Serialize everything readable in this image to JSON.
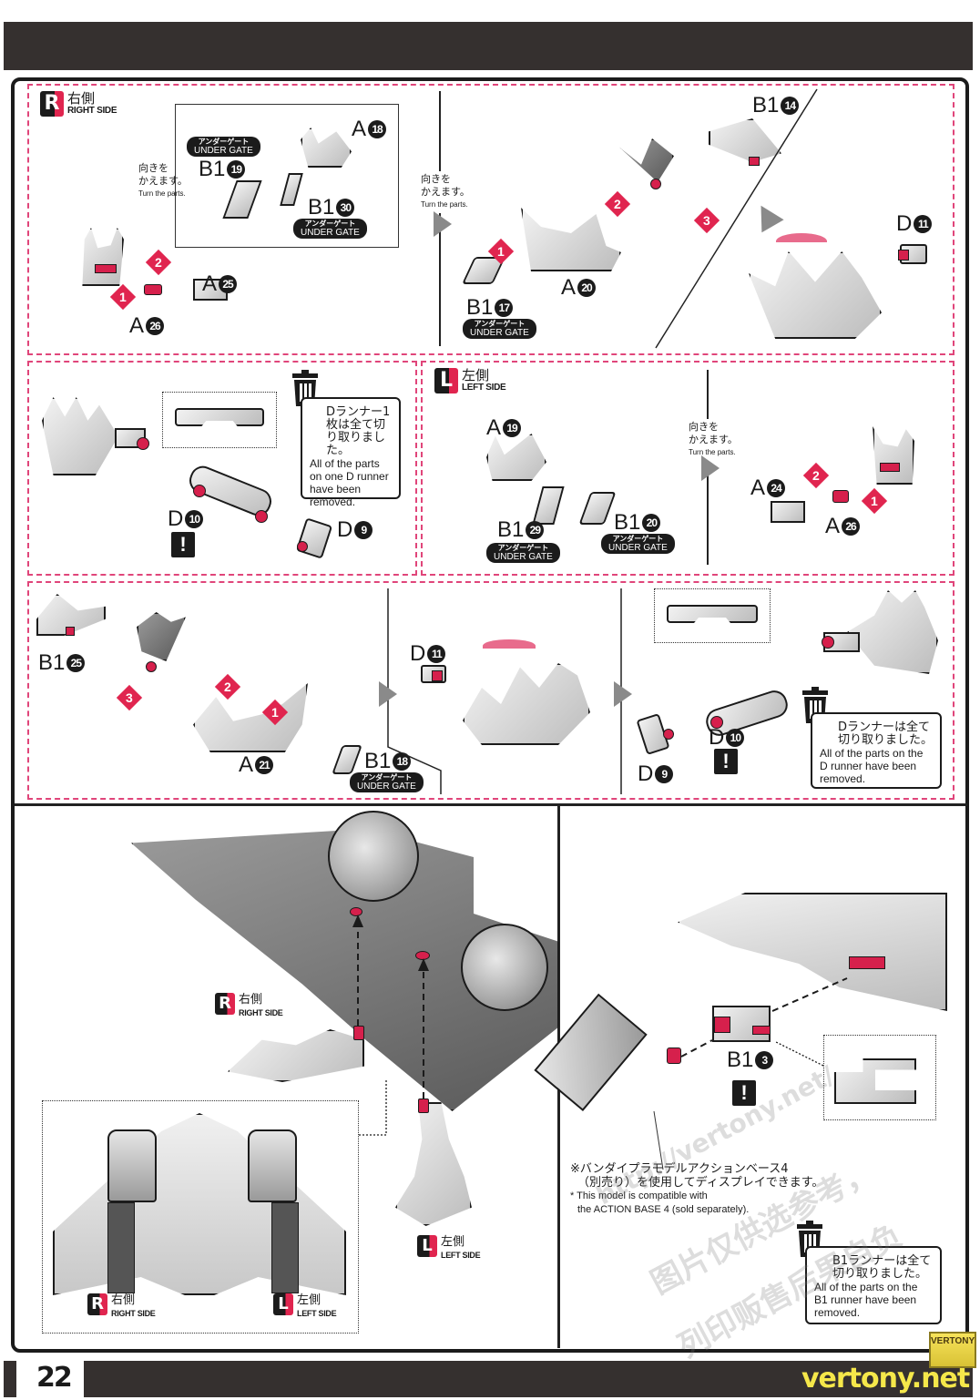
{
  "page": {
    "number": "22",
    "colors": {
      "accent": "#e0254f",
      "dark": "#1b1b1b",
      "band": "#35302f",
      "dash": "#e0457a"
    }
  },
  "common": {
    "turn_jp_1": "向きを",
    "turn_jp_2": "かえます。",
    "turn_en": "Turn the parts.",
    "gate_jp": "アンダーゲート",
    "gate_en": "UNDER GATE",
    "warn_icon": "!"
  },
  "right_side_badge": {
    "letter": "R",
    "jp": "右側",
    "en": "RIGHT SIDE"
  },
  "left_side_badge": {
    "letter": "L",
    "jp": "左側",
    "en": "LEFT SIDE"
  },
  "step1": {
    "parts": [
      {
        "runner": "A",
        "num": "18"
      },
      {
        "runner": "B1",
        "num": "19"
      },
      {
        "runner": "B1",
        "num": "30"
      },
      {
        "runner": "A",
        "num": "25"
      },
      {
        "runner": "A",
        "num": "26"
      }
    ],
    "steps": [
      "1",
      "2"
    ]
  },
  "step2": {
    "parts": [
      {
        "runner": "B1",
        "num": "14"
      },
      {
        "runner": "A",
        "num": "20"
      },
      {
        "runner": "B1",
        "num": "17"
      },
      {
        "runner": "D",
        "num": "11"
      }
    ],
    "steps": [
      "1",
      "2",
      "3"
    ]
  },
  "step3": {
    "parts": [
      {
        "runner": "D",
        "num": "10"
      },
      {
        "runner": "D",
        "num": "9"
      }
    ],
    "trash_jp": "Dランナー1枚は全て切り取りました。",
    "trash_en": "All of the parts on one D runner have been removed."
  },
  "step4": {
    "parts": [
      {
        "runner": "A",
        "num": "19"
      },
      {
        "runner": "B1",
        "num": "29"
      },
      {
        "runner": "B1",
        "num": "20"
      },
      {
        "runner": "A",
        "num": "24"
      },
      {
        "runner": "A",
        "num": "26"
      }
    ],
    "steps": [
      "1",
      "2"
    ]
  },
  "step5": {
    "parts": [
      {
        "runner": "B1",
        "num": "25"
      },
      {
        "runner": "A",
        "num": "21"
      },
      {
        "runner": "B1",
        "num": "18"
      },
      {
        "runner": "D",
        "num": "11"
      },
      {
        "runner": "D",
        "num": "10"
      },
      {
        "runner": "D",
        "num": "9"
      }
    ],
    "steps": [
      "1",
      "2",
      "3"
    ],
    "trash_jp": "Dランナーは全て切り取りました。",
    "trash_en": "All of the parts on the D runner have been removed."
  },
  "step6": {
    "part": {
      "runner": "B1",
      "num": "3"
    },
    "note_jp_1": "※バンダイプラモデルアクションベース4",
    "note_jp_2": "（別売り）を使用してディスプレイできます。",
    "note_en_1": "* This model is compatible with",
    "note_en_2": "the ACTION BASE 4 (sold separately).",
    "trash_jp": "B1ランナーは全て切り取りました。",
    "trash_en": "All of the parts on the B1 runner have been removed."
  },
  "watermark": {
    "site": "vertony.net",
    "logo": "VERTONY",
    "url_text": "http://vertony.net/",
    "cn_1": "图片仅供选参考，",
    "cn_2": "列印贩售后果自负"
  }
}
